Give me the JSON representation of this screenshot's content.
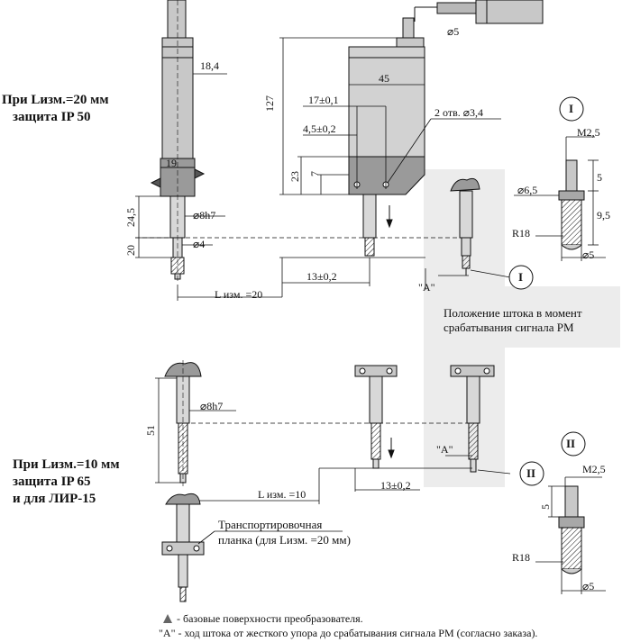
{
  "left_block": {
    "top": {
      "line1": "При Lизм.=20 мм",
      "line2": "защита IP 50"
    },
    "bottom": {
      "line1": "При Lизм.=10 мм",
      "line2": "защита IP 65",
      "line3": "и для ЛИР-15"
    }
  },
  "dims": {
    "d_5_cable": "⌀5",
    "w_18_4": "18,4",
    "w_45": "45",
    "h_127": "127",
    "d_17": "17±0,1",
    "d_4_5": "4,5±0,2",
    "holes": "2 отв. ⌀3,4",
    "h_23": "23",
    "h_7": "7",
    "w_19": "19",
    "h_24_5": "24,5",
    "d_8h7": "⌀8h7",
    "h_20": "20",
    "d_4": "⌀4",
    "d_13_top": "13±0,2",
    "a_top": "\"A\"",
    "L20": "L изм. =20",
    "d_8h7_b": "⌀8h7",
    "h_51": "51",
    "L10": "L изм. =10",
    "d_13_bot": "13±0,2",
    "a_bot": "\"A\""
  },
  "detail_I": {
    "mark": "I",
    "m25": "M2,5",
    "h5": "5",
    "d65": "⌀6,5",
    "h95": "9,5",
    "r18": "R18",
    "d5": "⌀5"
  },
  "detail_II": {
    "mark": "II",
    "m25": "M2,5",
    "h5": "5",
    "r18": "R18",
    "d5": "⌀5"
  },
  "callout_I": "I",
  "callout_II": "II",
  "position_note": {
    "line1": "Положение штока в момент",
    "line2": "срабатывания сигнала РМ"
  },
  "transport": {
    "line1": "Транспортировочная",
    "line2": "планка (для Lизм. =20 мм)"
  },
  "legend": {
    "base": "- базовые поверхности преобразователя.",
    "stroke": "\"A\" - ход штока от жесткого упора до срабатывания сигнала РМ (согласно заказа)."
  },
  "colors": {
    "body": "#c8c8c8",
    "body_dark": "#9a9a9a",
    "cable": "#b8b8b8",
    "shade": "#ececec",
    "line": "#111111"
  }
}
